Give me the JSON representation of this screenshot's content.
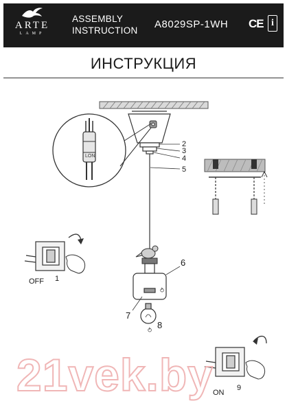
{
  "header": {
    "brand_name": "ARTE",
    "brand_sub": "LAMP",
    "title_line1": "ASSEMBLY",
    "title_line2": "INSTRUCTION",
    "model": "A8029SP-1WH",
    "ce_mark": "CE",
    "info_icon": "i"
  },
  "section_title": "ИНСТРУКЦИЯ",
  "callouts": {
    "c2": "2",
    "c3": "3",
    "c4": "4",
    "c5": "5",
    "c6": "6",
    "c7": "7",
    "c8": "8"
  },
  "switch_off": {
    "label": "OFF",
    "step": "1"
  },
  "switch_on": {
    "label": "ON",
    "step": "9"
  },
  "watermark": "21vek.by",
  "icons": [
    "bird-logo-icon",
    "info-icon",
    "hand-icon",
    "arrow-icon",
    "bulb-icon",
    "switch-icon"
  ]
}
